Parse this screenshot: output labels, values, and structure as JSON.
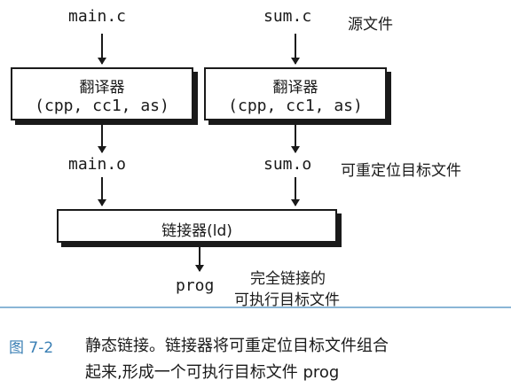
{
  "inputs": {
    "left_file": "main.c",
    "right_file": "sum.c",
    "label": "源文件"
  },
  "translators": {
    "left": {
      "title": "翻译器",
      "subtitle": "(cpp, cc1, as)"
    },
    "right": {
      "title": "翻译器",
      "subtitle": "(cpp, cc1, as)"
    }
  },
  "objects": {
    "left_file": "main.o",
    "right_file": "sum.o",
    "label": "可重定位目标文件"
  },
  "linker": {
    "label": "链接器(ld)"
  },
  "output": {
    "file": "prog",
    "label_line1": "完全链接的",
    "label_line2": "可执行目标文件"
  },
  "caption": {
    "number": "图 7-2",
    "line1": "静态链接。链接器将可重定位目标文件组合",
    "line2": "起来,形成一个可执行目标文件 prog"
  },
  "colors": {
    "ink": "#1a1a1a",
    "caption_number": "#3a7fb4",
    "divider": "#8ab6d6"
  }
}
